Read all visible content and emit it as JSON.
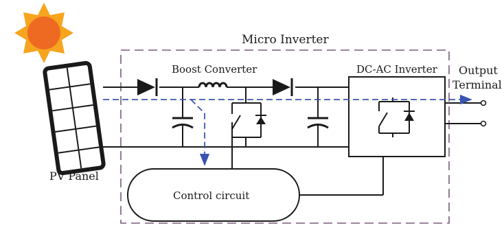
{
  "labels": {
    "micro_inverter": "Micro Inverter",
    "boost_converter": "Boost Converter",
    "dc_ac_inverter": "DC-AC Inverter",
    "output_terminal_line1": "Output",
    "output_terminal_line2": "Terminal",
    "pv_panel": "PV Panel",
    "control_circuit": "Control circuit"
  },
  "colors": {
    "sun_fill": "#ee6a22",
    "sun_rays": "#f7a41e",
    "dashed_box": "#7a5a7a",
    "flow_arrow": "#3a55b0",
    "wire": "#1a1a1a"
  }
}
